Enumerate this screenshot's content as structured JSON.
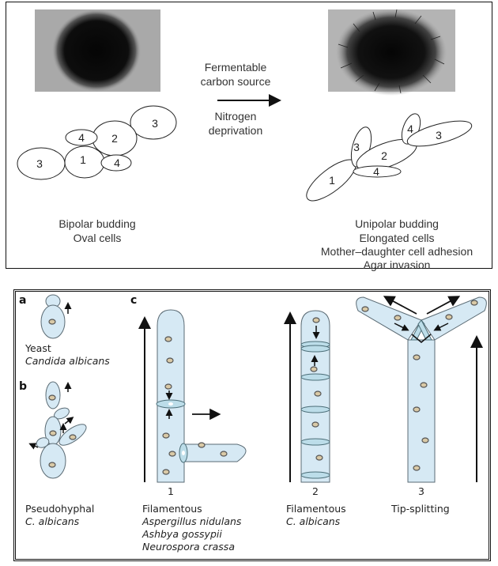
{
  "top_panel": {
    "condition_line1": "Fermentable",
    "condition_line2": "carbon source",
    "condition_line3": "Nitrogen",
    "condition_line4": "deprivation",
    "left_caption": [
      "Bipolar budding",
      "Oval cells"
    ],
    "right_caption": [
      "Unipolar budding",
      "Elongated cells",
      "Mother–daughter cell adhesion",
      "Agar invasion"
    ],
    "left_cell_numbers": [
      "3",
      "4",
      "2",
      "1",
      "4",
      "3"
    ],
    "right_cell_numbers": [
      "1",
      "3",
      "2",
      "4",
      "4",
      "3"
    ]
  },
  "bottom_panel": {
    "label_a": "a",
    "label_b": "b",
    "label_c": "c",
    "yeast_caption": [
      "Yeast",
      "Candida albicans"
    ],
    "pseudo_caption": [
      "Pseudohyphal",
      "C. albicans"
    ],
    "fil1_number": "1",
    "fil1_caption": [
      "Filamentous",
      "Aspergillus nidulans",
      "Ashbya gossypii",
      "Neurospora crassa"
    ],
    "fil2_number": "2",
    "fil2_caption": [
      "Filamentous",
      "C. albicans"
    ],
    "tip_number": "3",
    "tip_caption": "Tip-splitting"
  },
  "colors": {
    "hypha_fill": "#d6e9f4",
    "nucleus_fill": "#d9c9a6",
    "border": "#111111"
  }
}
